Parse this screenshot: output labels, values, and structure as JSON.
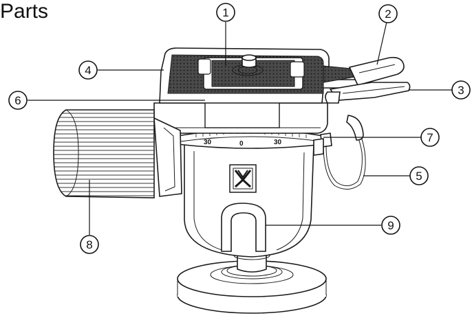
{
  "title": "Parts",
  "scale_labels": [
    "30",
    "0",
    "30"
  ],
  "callouts": [
    {
      "label": "1"
    },
    {
      "label": "2"
    },
    {
      "label": "3"
    },
    {
      "label": "4"
    },
    {
      "label": "5"
    },
    {
      "label": "6"
    },
    {
      "label": "7"
    },
    {
      "label": "8"
    },
    {
      "label": "9"
    }
  ],
  "colors": {
    "line": "#1a1a1a",
    "pad_texture": "#3a3a3a",
    "background": "#ffffff"
  }
}
